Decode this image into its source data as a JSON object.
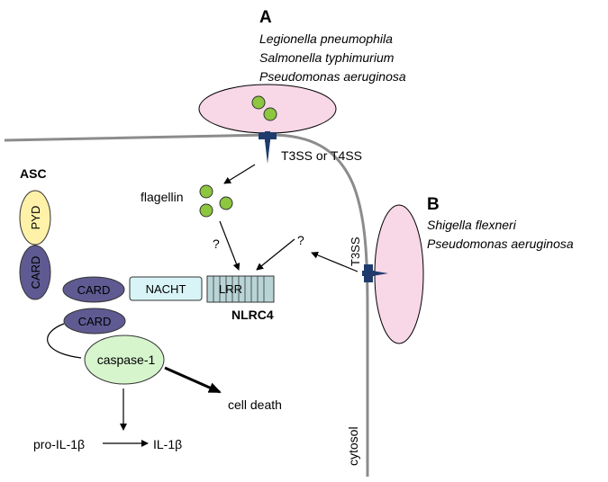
{
  "panel_a": {
    "letter": "A",
    "species": [
      "Legionella pneumophila",
      "Salmonella typhimurium",
      "Pseudomonas aeruginosa"
    ],
    "secretion_label": "T3SS or T4SS"
  },
  "panel_b": {
    "letter": "B",
    "species": [
      "Shigella flexneri",
      "Pseudomonas aeruginosa"
    ],
    "secretion_label": "T3SS"
  },
  "asc": {
    "title": "ASC",
    "pyd": "PYD",
    "card": "CARD"
  },
  "flagellin": "flagellin",
  "question_marks": [
    "?",
    "?"
  ],
  "nlrc4": {
    "card": "CARD",
    "nacht": "NACHT",
    "lrr": "LRR",
    "name": "NLRC4"
  },
  "caspase": {
    "card": "CARD",
    "name": "caspase-1"
  },
  "outcomes": {
    "cell_death": "cell death",
    "pro_il": "pro-IL-1β",
    "il": "IL-1β"
  },
  "cytosol": "cytosol",
  "colors": {
    "membrane": "#8c8c8c",
    "bacterium_fill": "#f8d7e6",
    "flagellin_fill": "#8dc63f",
    "secretion_apparatus": "#1f3b6b",
    "asc_pyd_fill": "#fff1a8",
    "card_fill": "#5f5a92",
    "nacht_fill": "#d8f4f6",
    "lrr_fill": "#b9d4d6",
    "caspase_fill": "#d6f5cd"
  }
}
